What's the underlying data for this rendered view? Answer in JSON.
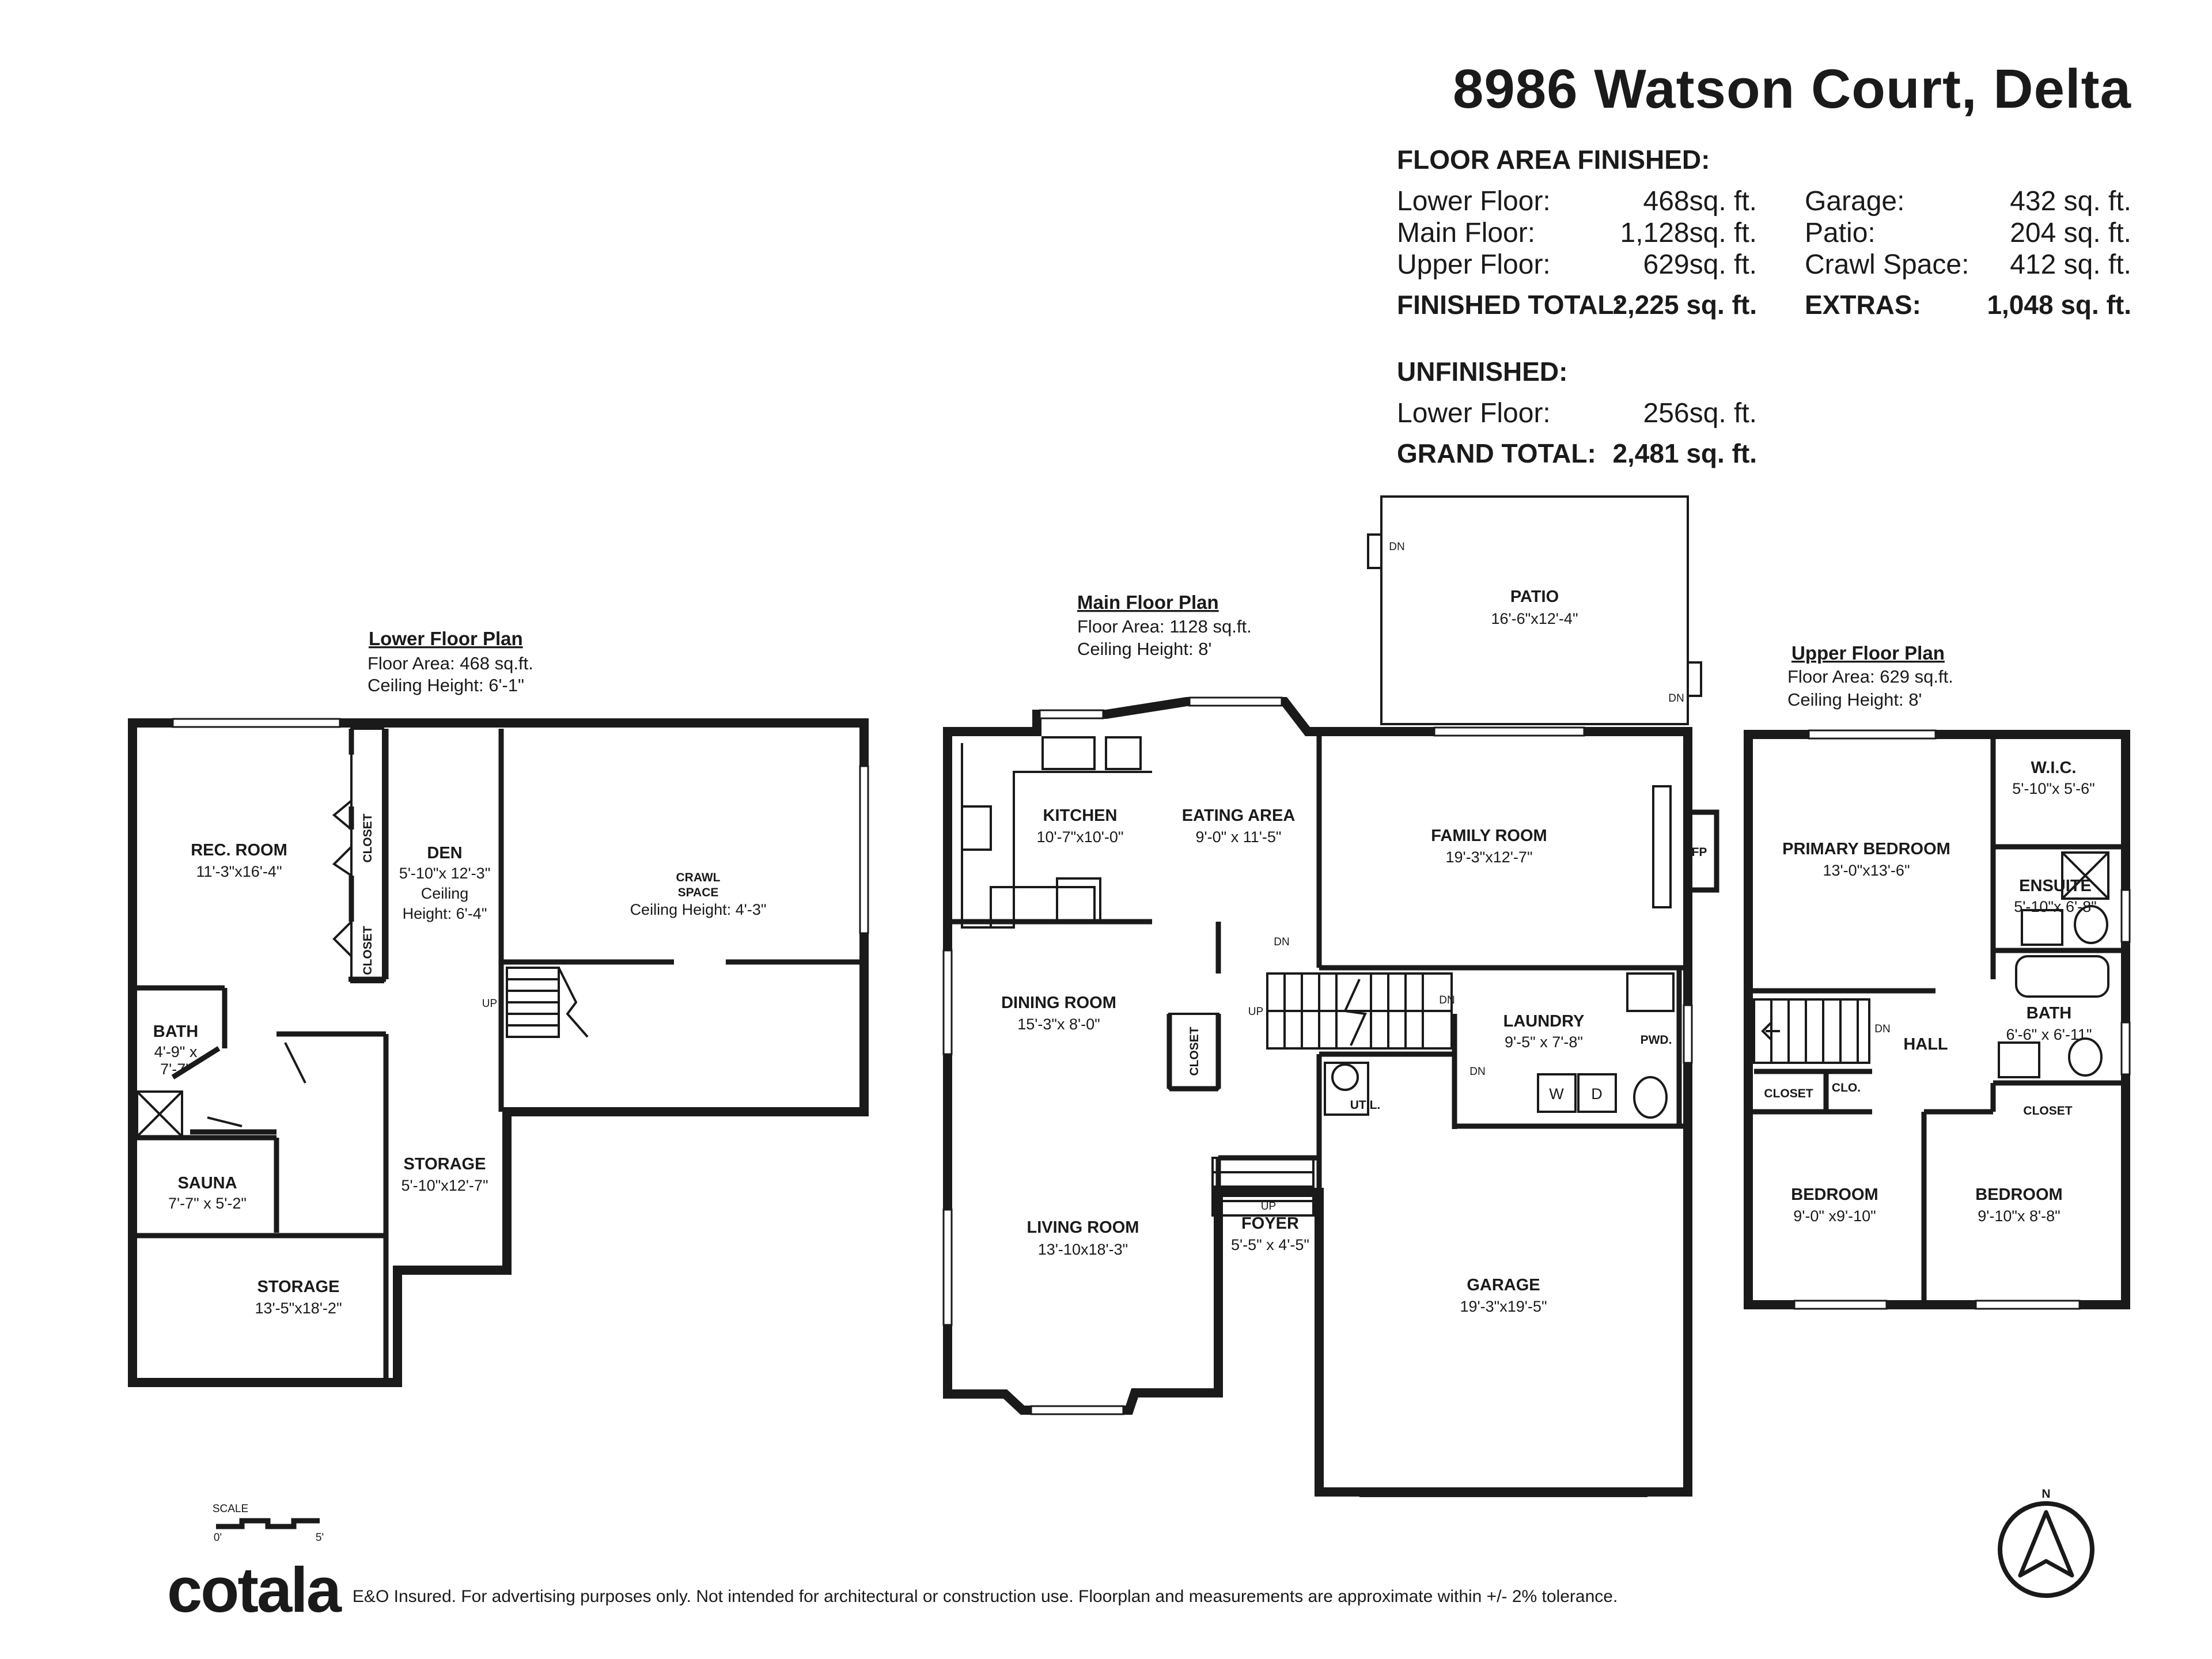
{
  "address": "8986 Watson Court, Delta",
  "finished": {
    "heading": "FLOOR AREA FINISHED:",
    "left_rows": [
      {
        "label": "Lower Floor:",
        "value": "468sq. ft."
      },
      {
        "label": "Main Floor:",
        "value": "1,128sq. ft."
      },
      {
        "label": "Upper Floor:",
        "value": "629sq. ft."
      }
    ],
    "right_rows": [
      {
        "label": "Garage:",
        "value": "432 sq. ft."
      },
      {
        "label": "Patio:",
        "value": "204 sq. ft."
      },
      {
        "label": "Crawl Space:",
        "value": "412 sq. ft."
      }
    ],
    "total_label": "FINISHED TOTAL:",
    "total_value": "2,225 sq. ft.",
    "extras_label": "EXTRAS:",
    "extras_value": "1,048 sq. ft."
  },
  "unfinished": {
    "heading": "UNFINISHED:",
    "row": {
      "label": "Lower Floor:",
      "value": "256sq. ft."
    },
    "grand_label": "GRAND TOTAL:",
    "grand_value": "2,481 sq. ft."
  },
  "plans": {
    "lower": {
      "title": "Lower Floor Plan",
      "area": "Floor Area: 468 sq.ft.",
      "ceiling": "Ceiling Height: 6'-1\""
    },
    "main": {
      "title": "Main Floor Plan",
      "area": "Floor Area: 1128 sq.ft.",
      "ceiling": "Ceiling Height: 8'"
    },
    "upper": {
      "title": "Upper Floor Plan",
      "area": "Floor Area: 629 sq.ft.",
      "ceiling": "Ceiling Height: 8'"
    }
  },
  "rooms": {
    "rec_room": {
      "name": "REC. ROOM",
      "dim": "11'-3\"x16'-4\""
    },
    "den": {
      "name": "DEN",
      "dim": "5'-10\"x 12'-3\"",
      "note1": "Ceiling",
      "note2": "Height: 6'-4\""
    },
    "crawl": {
      "name1": "CRAWL",
      "name2": "SPACE",
      "note": "Ceiling Height: 4'-3\""
    },
    "lower_bath": {
      "name": "BATH",
      "dim1": "4'-9\" x",
      "dim2": "7'-7\""
    },
    "sauna": {
      "name": "SAUNA",
      "dim": "7'-7\" x 5'-2\""
    },
    "storage_a": {
      "name": "STORAGE",
      "dim": "5'-10\"x12'-7\""
    },
    "storage_b": {
      "name": "STORAGE",
      "dim": "13'-5\"x18'-2\""
    },
    "kitchen": {
      "name": "KITCHEN",
      "dim": "10'-7\"x10'-0\""
    },
    "eating": {
      "name": "EATING AREA",
      "dim": "9'-0\" x 11'-5\""
    },
    "dining": {
      "name": "DINING ROOM",
      "dim": "15'-3\"x 8'-0\""
    },
    "living": {
      "name": "LIVING ROOM",
      "dim": "13'-10x18'-3\""
    },
    "foyer": {
      "name": "FOYER",
      "dim": "5'-5\" x 4'-5\""
    },
    "patio": {
      "name": "PATIO",
      "dim": "16'-6\"x12'-4\""
    },
    "family": {
      "name": "FAMILY ROOM",
      "dim": "19'-3\"x12'-7\""
    },
    "laundry": {
      "name": "LAUNDRY",
      "dim": "9'-5\" x 7'-8\""
    },
    "garage": {
      "name": "GARAGE",
      "dim": "19'-3\"x19'-5\""
    },
    "primary": {
      "name": "PRIMARY BEDROOM",
      "dim": "13'-0\"x13'-6\""
    },
    "wic": {
      "name": "W.I.C.",
      "dim": "5'-10\"x 5'-6\""
    },
    "ensuite": {
      "name": "ENSUITE",
      "dim": "5'-10\"x 6'-8\""
    },
    "upper_bath": {
      "name": "BATH",
      "dim": "6'-6\" x 6'-11\""
    },
    "hall": {
      "name": "HALL"
    },
    "bedroom1": {
      "name": "BEDROOM",
      "dim": "9'-0\" x9'-10\""
    },
    "bedroom2": {
      "name": "BEDROOM",
      "dim": "9'-10\"x 8'-8\""
    }
  },
  "small_labels": {
    "closet": "CLOSET",
    "clo": "CLO.",
    "util": "UTIL.",
    "pwd": "PWD.",
    "fp": "FP",
    "up": "UP",
    "dn": "DN",
    "washer": "W",
    "dryer": "D",
    "north": "N"
  },
  "scale": {
    "label": "SCALE",
    "start": "0'",
    "end": "5'"
  },
  "footer": {
    "logo": "cotala",
    "disclaimer": "E&O Insured. For advertising purposes only. Not intended for architectural or construction use. Floorplan and measurements are approximate within +/- 2% tolerance."
  }
}
